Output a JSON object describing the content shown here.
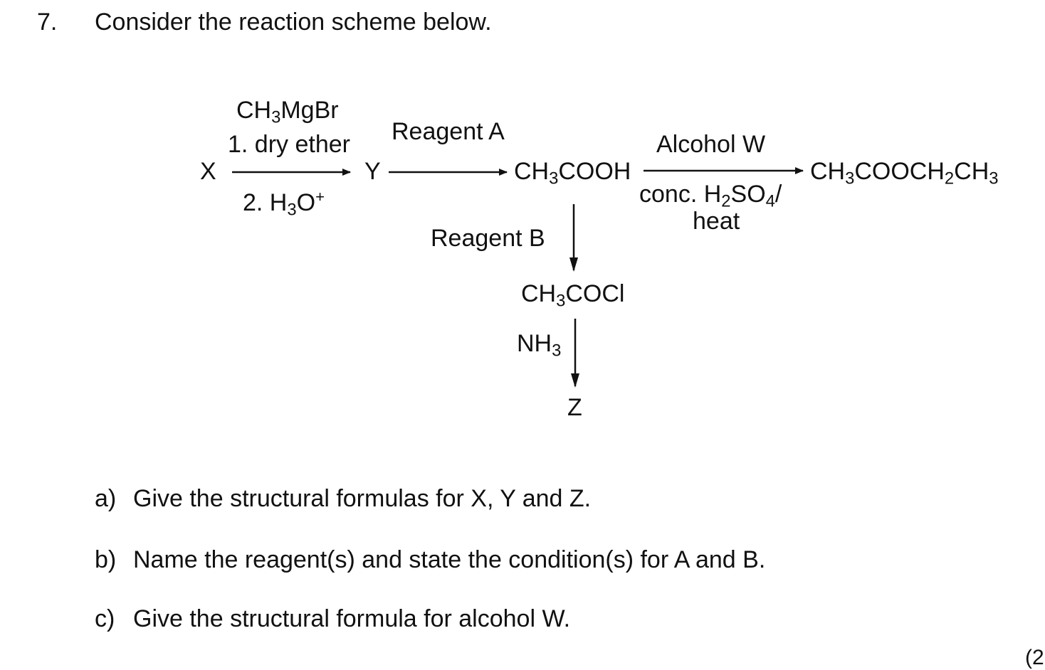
{
  "question": {
    "number": "7.",
    "intro": "Consider the reaction scheme below."
  },
  "scheme": {
    "compounds": {
      "x": "X",
      "y": "Y",
      "acid": {
        "a": "CH",
        "s1": "3",
        "b": "COOH"
      },
      "ester": {
        "a": "CH",
        "s1": "3",
        "b": "COOCH",
        "s2": "2",
        "c": "CH",
        "s3": "3"
      },
      "acyl_chloride": {
        "a": "CH",
        "s1": "3",
        "b": "COCl"
      },
      "z": "Z"
    },
    "step1": {
      "grignard": {
        "a": "CH",
        "s1": "3",
        "b": "MgBr"
      },
      "condition1": "1. dry ether",
      "condition2": {
        "a": "2. H",
        "s1": "3",
        "b": "O",
        "sup": "+"
      }
    },
    "step2": {
      "label": "Reagent A"
    },
    "step3": {
      "above": "Alcohol W",
      "below": {
        "a": "conc. H",
        "s1": "2",
        "b": "SO",
        "s2": "4",
        "c": "/"
      },
      "below2": "heat"
    },
    "step4": {
      "label": "Reagent B"
    },
    "step5": {
      "a": "NH",
      "s1": "3"
    }
  },
  "parts": [
    {
      "label": "a)",
      "text": "Give the structural formulas for X, Y and Z."
    },
    {
      "label": "b)",
      "text": "Name the reagent(s) and state the condition(s) for A and B."
    },
    {
      "label": "c)",
      "text": "Give the structural formula for alcohol W."
    }
  ],
  "corner_fragment": "(2"
}
